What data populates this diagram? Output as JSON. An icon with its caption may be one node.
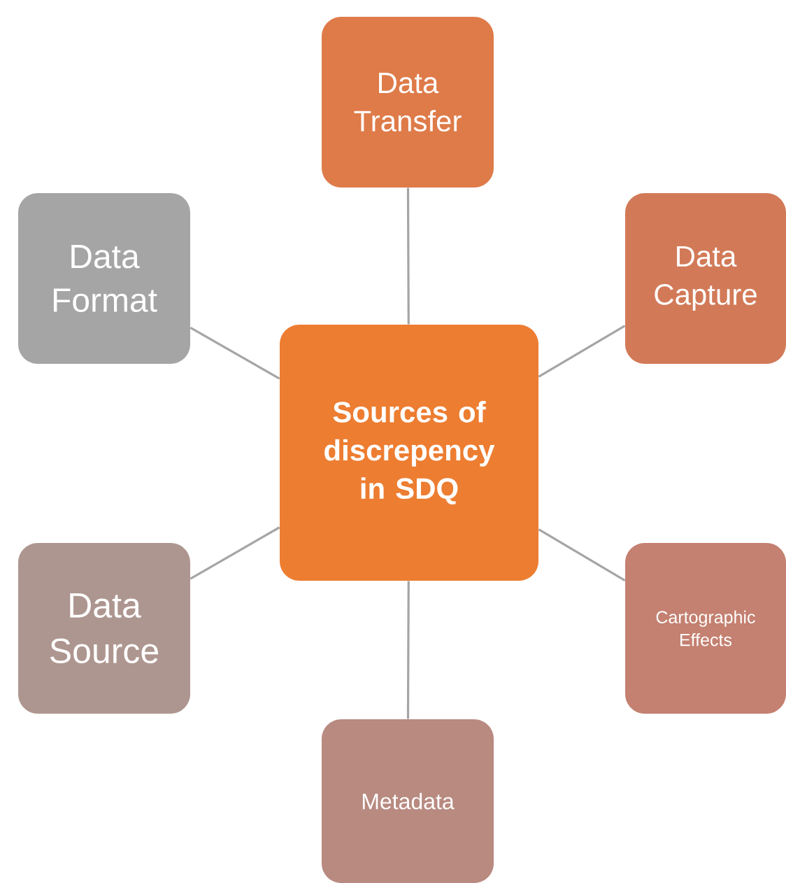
{
  "diagram": {
    "nodes": [
      {
        "text": [
          "Sources of discrepency in SDQ"
        ]
      },
      {
        "text": [
          "Data Transfer"
        ]
      },
      {
        "text": [
          "Data Capture"
        ]
      },
      {
        "text": [
          "Cartographic Effects"
        ]
      },
      {
        "text": [
          "Metadata"
        ]
      },
      {
        "text": [
          "Data Source"
        ]
      },
      {
        "text": [
          "Data Format"
        ]
      }
    ],
    "edges": [
      {
        "from": 0,
        "to": 1,
        "arrow": "none"
      },
      {
        "from": 0,
        "to": 2,
        "arrow": "none"
      },
      {
        "from": 0,
        "to": 3,
        "arrow": "none"
      },
      {
        "from": 0,
        "to": 4,
        "arrow": "none"
      },
      {
        "from": 0,
        "to": 5,
        "arrow": "none"
      },
      {
        "from": 0,
        "to": 6,
        "arrow": "none"
      }
    ]
  }
}
